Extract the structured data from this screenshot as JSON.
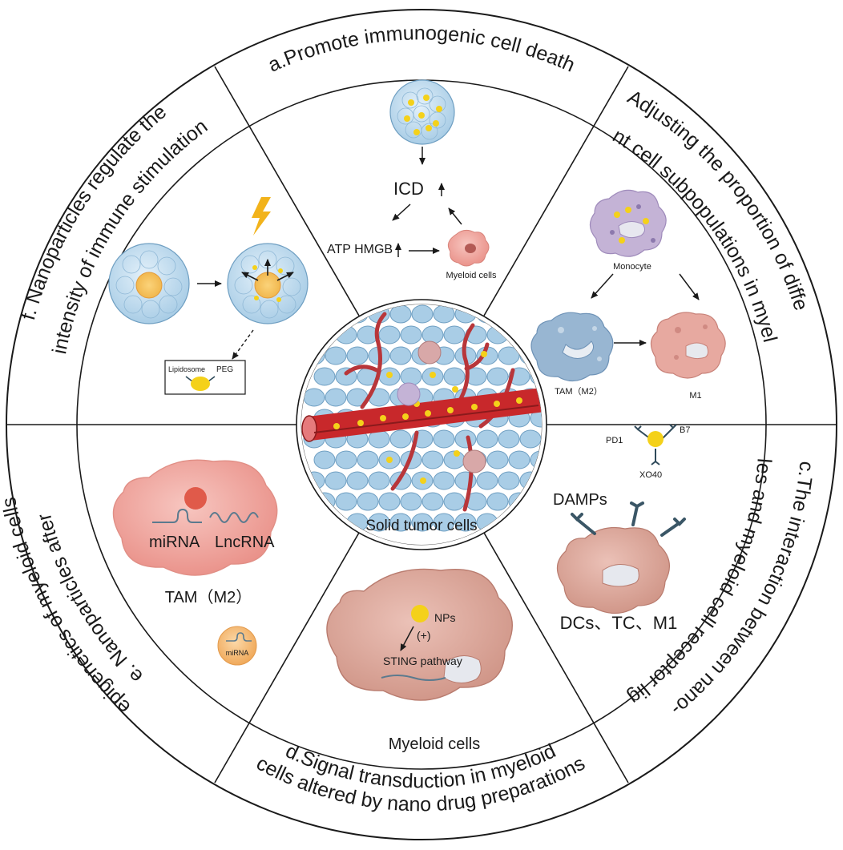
{
  "sections": {
    "a": {
      "title": "a.Promote immunogenic cell death",
      "icd": "ICD",
      "atp": "ATP HMGB",
      "myeloid": "Myeloid cells"
    },
    "b": {
      "title_line1": "b.Adjusting the proportion of different",
      "title_line2": "different cell subpopulations in myeloid cells",
      "monocyte": "Monocyte",
      "tam": "TAM（M2）",
      "m1": "M1"
    },
    "c": {
      "title_line1": "c.The interaction between nano-",
      "title_line2": "particles and myeloid cell receptor ligands",
      "pd1": "PD1",
      "b7": "B7",
      "xo40": "XO40",
      "damps": "DAMPs",
      "cells": "DCs、TC、M1"
    },
    "d": {
      "title_line1": "d.Signal transduction in myeloid",
      "title_line2": "cells altered by nano drug preparations",
      "nps": "NPs",
      "plus": "(+)",
      "sting": "STING pathway",
      "myeloid": "Myeloid cells"
    },
    "e": {
      "title_line1": "e. Nanoparticles after",
      "title_line2": "epigenetics of myeloid cells",
      "mirna": "miRNA",
      "lncrna": "LncRNA",
      "tam": "TAM（M2）",
      "mirna_small": "miRNA"
    },
    "f": {
      "title_line1": "f. Nanoparticles regulate the",
      "title_line2": "intensity of immune stimulation",
      "lipidosome": "Lipidosome",
      "peg": "PEG"
    },
    "center": {
      "label": "Solid tumor cells"
    }
  },
  "colors": {
    "tumor_cell": "#a9cde6",
    "tumor_cell_edge": "#6f9fc2",
    "nanoparticle": "#f4d11a",
    "vessel": "#c8282b",
    "vessel_dark": "#8a1a1c",
    "myeloid": "#e2aea3",
    "macro_blue": "#98b6d2",
    "monocyte": "#c4b3d6",
    "lightning": "#f2b31b"
  }
}
